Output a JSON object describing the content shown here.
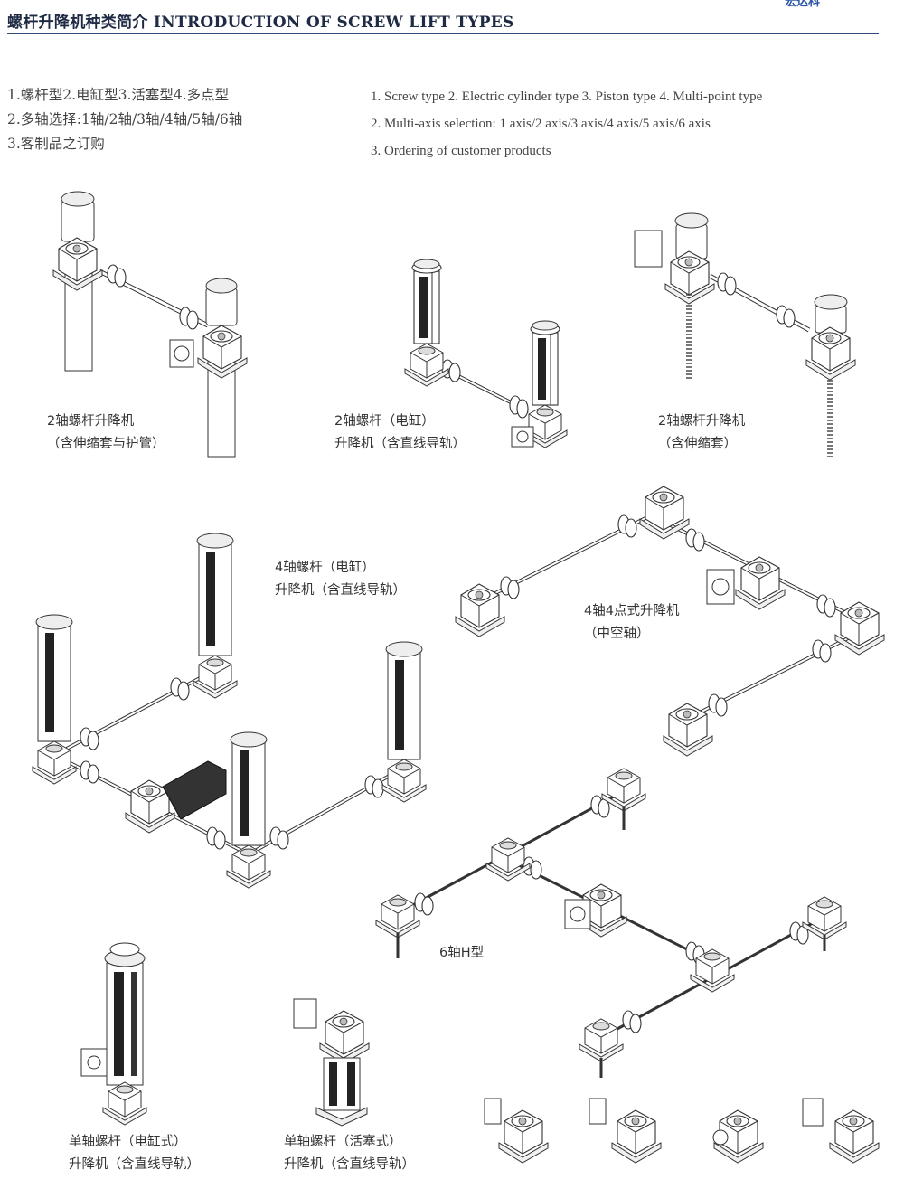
{
  "header": {
    "title": "螺杆升降机种类简介 INTRODUCTION OF SCREW LIFT TYPES",
    "corner_mark": "宏达科"
  },
  "intro_cn": [
    "1.螺杆型2.电缸型3.活塞型4.多点型",
    "2.多轴选择:1轴/2轴/3轴/4轴/5轴/6轴",
    "3.客制品之订购"
  ],
  "intro_en": [
    "1. Screw type 2. Electric cylinder type 3. Piston type 4. Multi-point type",
    "2. Multi-axis selection: 1 axis/2 axis/3 axis/4 axis/5 axis/6 axis",
    "3. Ordering of customer products"
  ],
  "captions": {
    "two_axis_screw_bellows": [
      "2轴螺杆升降机",
      "（含伸缩套与护管）"
    ],
    "two_axis_cylinder": [
      "2轴螺杆（电缸）",
      "升降机（含直线导轨）"
    ],
    "two_axis_screw_sleeve": [
      "2轴螺杆升降机",
      "（含伸缩套）"
    ],
    "four_axis_cylinder": [
      "4轴螺杆（电缸）",
      "升降机（含直线导轨）"
    ],
    "four_axis_four_point": [
      "4轴4点式升降机",
      "（中空轴）"
    ],
    "six_axis_h": [
      "6轴H型"
    ],
    "single_axis_cylinder": [
      "单轴螺杆（电缸式）",
      "升降机（含直线导轨）"
    ],
    "single_axis_piston": [
      "单轴螺杆（活塞式）",
      "升降机（含直线导轨）"
    ]
  }
}
